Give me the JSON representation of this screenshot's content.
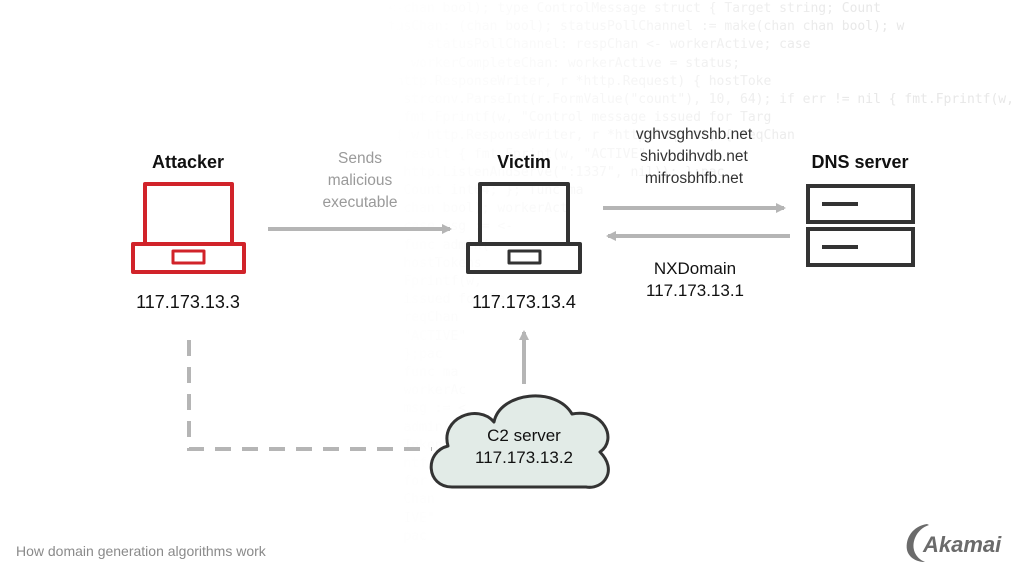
{
  "diagram": {
    "attacker": {
      "title": "Attacker",
      "ip": "117.173.13.3"
    },
    "victim": {
      "title": "Victim",
      "ip": "117.173.13.4"
    },
    "dns": {
      "title": "DNS server"
    },
    "sends_note": [
      "Sends",
      "malicious",
      "executable"
    ],
    "queried_domains": [
      "vghvsghvshb.net",
      "shivbdihvdb.net",
      "mifrosbhfb.net"
    ],
    "dns_response": {
      "label": "NXDomain",
      "ip": "117.173.13.1"
    },
    "c2": {
      "title": "C2 server",
      "ip": "117.173.13.2"
    }
  },
  "footer": {
    "caption": "How domain generation algorithms work"
  },
  "brand": {
    "name": "Akamai"
  },
  "colors": {
    "attacker": "#d1232a",
    "device": "#333333",
    "arrow": "#b5b5b5",
    "cloud_fill": "#e2ebe7"
  },
  "background_code": [
    "(<-chan bool); type ControlMessage struct { Target string; Count",
    "atusChan: (chan bool); statusPollChannel := make(chan chan bool); w",
    "      statusPollChannel: respChan <- workerActive; case",
    "    workerCompleteChan: workerActive = status;",
    "  http.ResponseWriter, r *http.Request) { hostToke",
    "   strconv.ParseInt(r.FormValue(\"count\"), 10, 64); if err != nil { fmt.Fprintf(w,",
    "   fmt.Fprintf(w, \"Control message issued for Targ",
    "  ( w http.ResponseWriter, r *http.Request) { reqChan",
    "   result { fmt.Fprint(w, \"ACTIVE\"",
    "   http.ListenAndServe(\":1337\", nil)); };pac",
    "   Count int64; }; func ma",
    "   chan bool); workerAct",
    "   case msg := <-",
    "   func admin(",
    "   hostTokens",
    "   Fprintf(w,",
    "   issued for Ta",
    "   reqChan",
    "   \"ACTIVE\"",
    "   };pac",
    "   func ma",
    "   workerAc",
    "   msg := <",
    "   admin(",
    "   Tokens",
    "   ntf(w,",
    "   for Ta",
    "   Chan",
    "   IVE\"",
    "   pac"
  ]
}
